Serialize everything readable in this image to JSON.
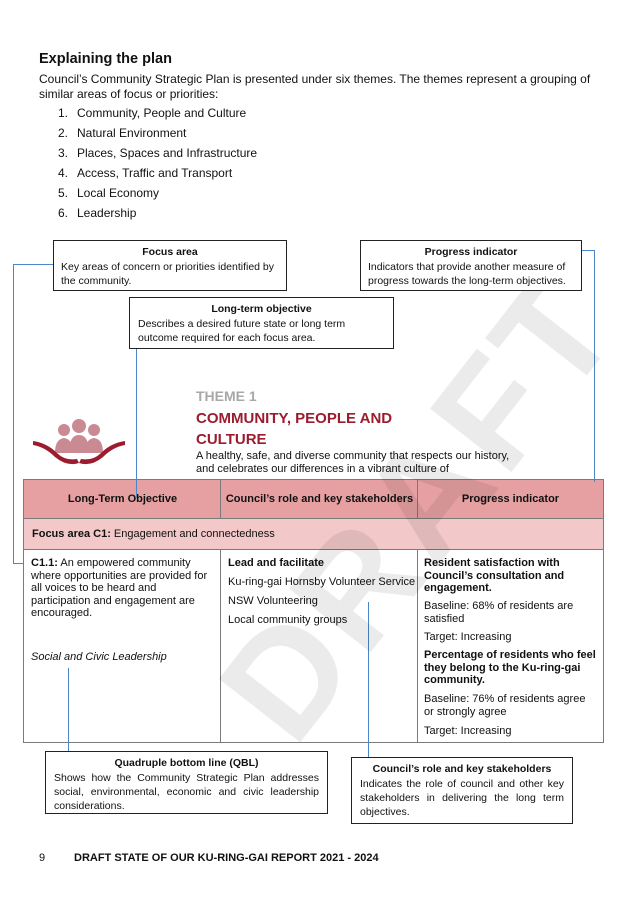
{
  "heading": "Explaining the plan",
  "intro": "Council’s Community Strategic Plan is presented under six themes. The themes represent  a grouping of similar areas of focus or priorities:",
  "themes": [
    {
      "num": "1.",
      "label": "Community, People and Culture"
    },
    {
      "num": "2.",
      "label": "Natural Environment"
    },
    {
      "num": "3.",
      "label": "Places, Spaces and Infrastructure"
    },
    {
      "num": "4.",
      "label": "Access, Traffic and Transport"
    },
    {
      "num": "5.",
      "label": "Local Economy"
    },
    {
      "num": "6.",
      "label": "Leadership"
    }
  ],
  "callouts": {
    "focus_area": {
      "title": "Focus area",
      "text": "Key areas of concern or priorities identified by the community."
    },
    "progress_indicator": {
      "title": "Progress indicator",
      "text": "Indicators that provide another measure of progress towards the long-term objectives."
    },
    "long_term_objective": {
      "title": "Long-term objective",
      "text": "Describes a desired future state or long term outcome required for each focus area."
    },
    "qbl": {
      "title": "Quadruple bottom line (QBL)",
      "text": "Shows how the Community Strategic Plan addresses social, environmental, economic and civic leadership considerations."
    },
    "role": {
      "title": "Council’s role and key stakeholders",
      "text": "Indicates the role of council and other key stakeholders in delivering the long term objectives."
    }
  },
  "theme_block": {
    "label": "THEME 1",
    "name": "COMMUNITY, PEOPLE AND CULTURE",
    "description": "A healthy, safe, and diverse community that respects our history, and celebrates our differences in a vibrant culture of"
  },
  "table": {
    "headers": [
      "Long-Term Objective",
      "Council’s role and key stakeholders",
      "Progress indicator"
    ],
    "focus_area_label": "Focus area C1:",
    "focus_area_text": " Engagement and connectedness",
    "objective_code": "C1.1:",
    "objective_text": " An empowered community where opportunities are provided for all voices to be heard and participation and engagement are encouraged.",
    "qbl_value": "Social and Civic Leadership",
    "role_title": "Lead and facilitate",
    "stakeholders": [
      "Ku-ring-gai Hornsby Volunteer Service",
      "NSW Volunteering",
      "Local community groups"
    ],
    "indicators": [
      {
        "title": "Resident satisfaction with Council’s consultation and engagement.",
        "baseline": "Baseline: 68% of residents are satisfied",
        "target": "Target: Increasing"
      },
      {
        "title": "Percentage of residents who feel they belong to the Ku-ring-gai community.",
        "baseline": "Baseline: 76% of residents agree or strongly agree",
        "target": "Target: Increasing"
      }
    ]
  },
  "watermark": "DRAFT",
  "footer": {
    "page": "9",
    "title": "DRAFT STATE OF OUR KU-RING-GAI REPORT 2021 - 2024"
  },
  "colors": {
    "header_fill": "#e6a0a2",
    "focus_fill": "#f2c8c9",
    "theme_name": "#9b1c2e",
    "connector": "#4a86c8"
  }
}
